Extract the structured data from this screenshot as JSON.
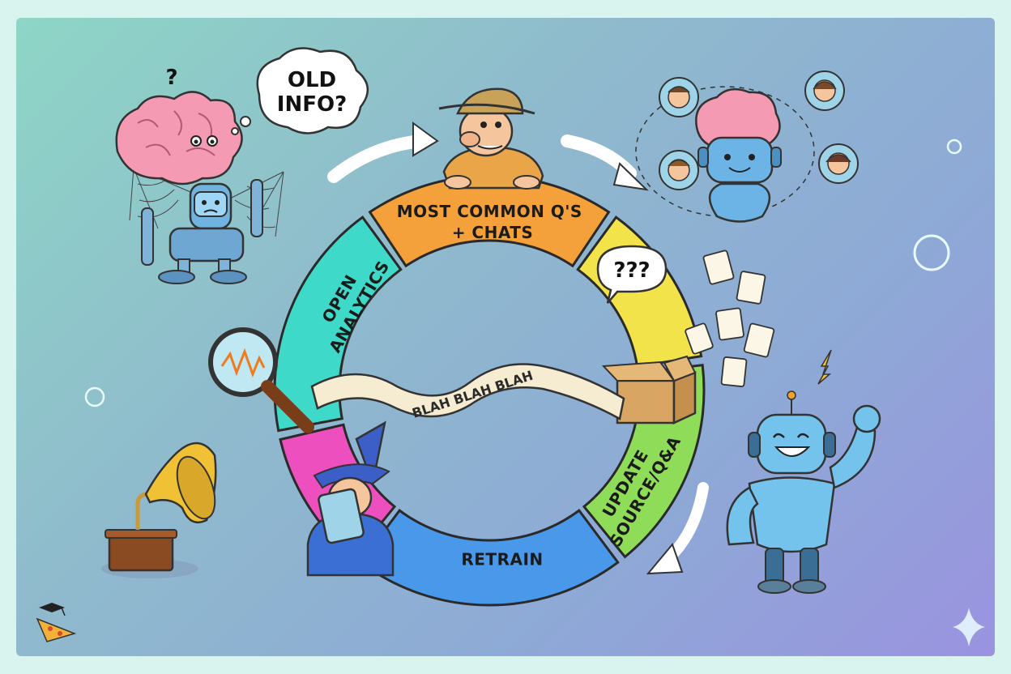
{
  "thought_bubble": {
    "line1": "OLD",
    "line2": "INFO?"
  },
  "head_question": "?",
  "cycle_segments": [
    {
      "id": "most-common",
      "line1": "MOST COMMON Q'S",
      "line2": "+ CHATS",
      "color": "#f4a13c"
    },
    {
      "id": "questions",
      "line1": "",
      "line2": "",
      "color": "#f2e34a"
    },
    {
      "id": "update",
      "line1": "UPDATE",
      "line2": "SOURCE/Q&A",
      "color": "#8fdc58"
    },
    {
      "id": "retrain",
      "line1": "RETRAIN",
      "line2": "",
      "color": "#4a98ea"
    },
    {
      "id": "wizard",
      "line1": "",
      "line2": "",
      "color": "#ee4fbf"
    },
    {
      "id": "open-analytics",
      "line1": "OPEN",
      "line2": "ANALYTICS",
      "color": "#3fd9c9"
    }
  ],
  "speech_bubble_questions": "???",
  "scroll_text": "BLAH BLAH BLAH",
  "icons": [
    "confused-robot-icon",
    "cobweb-icon",
    "detective-icon",
    "smart-robot-icon",
    "user-avatar-icon",
    "magnifier-icon",
    "wizard-icon",
    "cardboard-box-icon",
    "flying-documents-icon",
    "strong-robot-icon",
    "lightning-icon",
    "gramophone-icon",
    "pizza-logo-icon",
    "sparkle-icon"
  ]
}
